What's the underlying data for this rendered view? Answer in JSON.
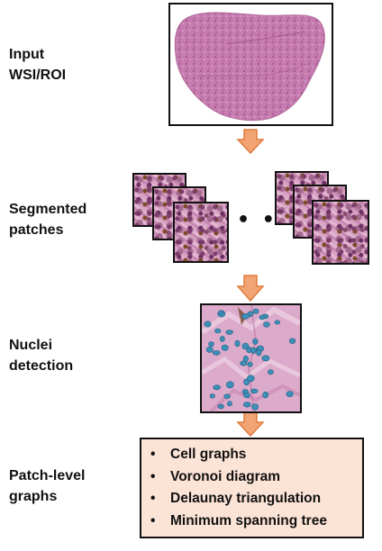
{
  "stages": [
    {
      "label_lines": [
        "Input",
        "WSI/ROI"
      ]
    },
    {
      "label_lines": [
        "Segmented",
        "patches"
      ]
    },
    {
      "label_lines": [
        "Nuclei",
        "detection"
      ]
    },
    {
      "label_lines": [
        "Patch-level",
        "graphs"
      ]
    }
  ],
  "patches_ellipsis": "• • •",
  "graph_types": [
    "Cell graphs",
    "Voronoi diagram",
    "Delaunay triangulation",
    "Minimum spanning tree"
  ],
  "bullet_char": "•",
  "colors": {
    "arrow_fill": "#f2a474",
    "arrow_stroke": "#e07b3c",
    "tissue": "#c87fb3",
    "graph_box_bg": "#fbe3d6",
    "nucleus": "#3e8fb8"
  }
}
